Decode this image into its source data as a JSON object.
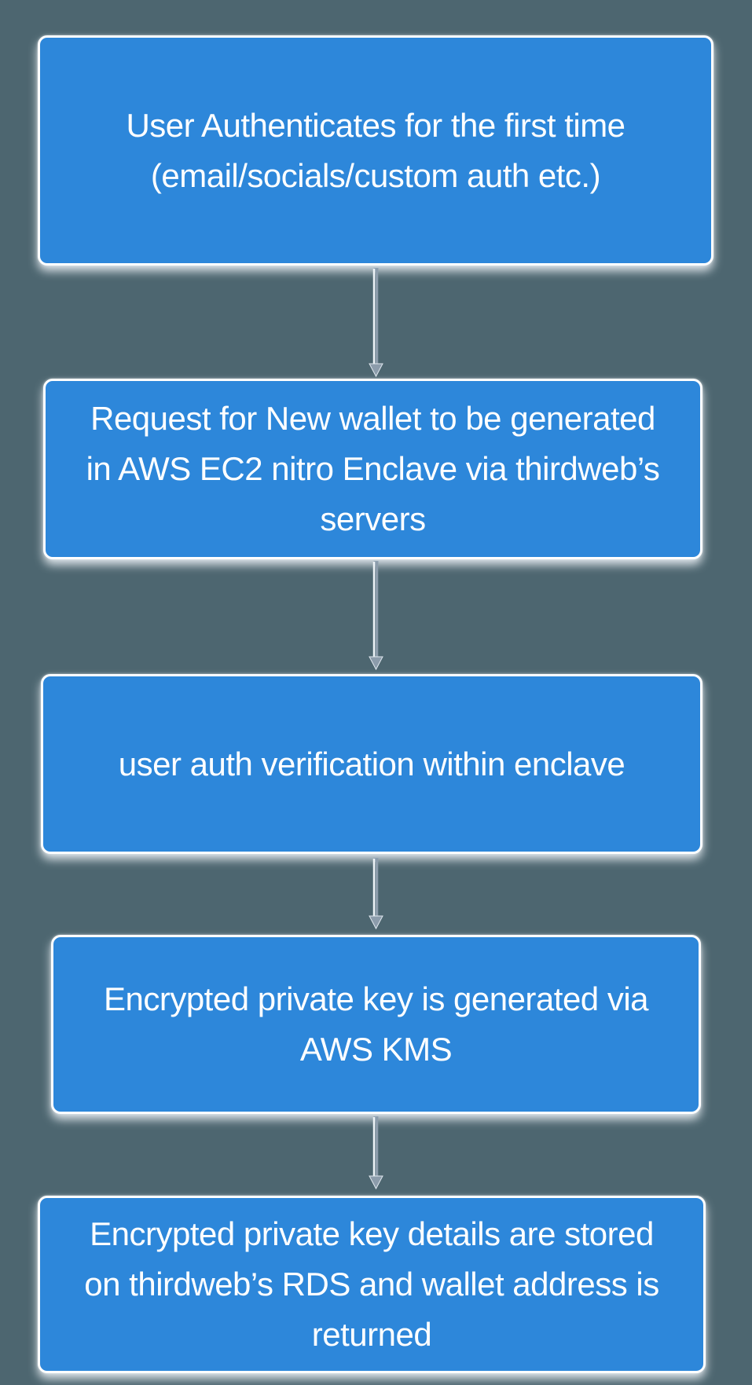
{
  "diagram": {
    "type": "flowchart",
    "background_color": "#4d6670",
    "node_fill_color": "#2d87da",
    "node_border_color": "#ffffff",
    "node_text_color": "#ffffff",
    "connector_color": "#8c9cab",
    "connector_highlight_color": "#eef3f7",
    "nodes": [
      {
        "id": "user-authenticates",
        "label": "User Authenticates for the first time (email/socials/custom auth etc.)",
        "lines": [
          "User Authenticates for the first time",
          "(email/socials/custom auth etc.)"
        ]
      },
      {
        "id": "request-new-wallet",
        "label": "Request for New wallet to be generated in AWS EC2 nitro Enclave via thirdweb’s servers",
        "lines": [
          "Request for New wallet to be generated",
          "in AWS EC2 nitro Enclave via thirdweb’s",
          "servers"
        ]
      },
      {
        "id": "auth-verification",
        "label": "user auth verification within enclave",
        "lines": [
          "user auth verification within enclave"
        ]
      },
      {
        "id": "key-generation",
        "label": "Encrypted private key is generated via AWS KMS",
        "lines": [
          "Encrypted private key is generated via",
          "AWS KMS"
        ]
      },
      {
        "id": "key-storage",
        "label": "Encrypted private key details are stored on thirdweb’s RDS and wallet address is returned",
        "lines": [
          "Encrypted private key details are stored",
          "on thirdweb’s RDS and wallet address is",
          "returned"
        ]
      }
    ],
    "connections": [
      {
        "from": "user-authenticates",
        "to": "request-new-wallet"
      },
      {
        "from": "request-new-wallet",
        "to": "auth-verification"
      },
      {
        "from": "auth-verification",
        "to": "key-generation"
      },
      {
        "from": "key-generation",
        "to": "key-storage"
      }
    ]
  }
}
